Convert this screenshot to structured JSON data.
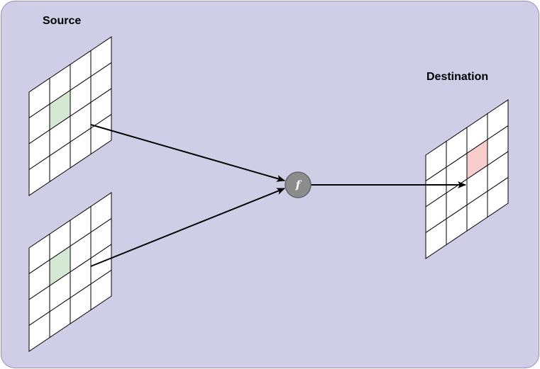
{
  "labels": {
    "source": "Source",
    "destination": "Destination"
  },
  "function_node": {
    "glyph": "f",
    "icon": "function-icon"
  },
  "grids": {
    "rows": 4,
    "cols": 4
  },
  "highlights": {
    "source_top": {
      "row": 1,
      "col": 1
    },
    "source_bottom": {
      "row": 1,
      "col": 1
    },
    "destination": {
      "row": 1,
      "col": 2
    }
  },
  "colors": {
    "background": "#d0cee6",
    "border": "#9b8fb5",
    "cell_fill": "#ffffff",
    "grid_line": "#000000",
    "source_highlight": "#d5e8d4",
    "destination_highlight": "#f8cecc",
    "function_fill": "#8c8c8c",
    "function_stroke": "#666666",
    "arrow": "#000000"
  }
}
